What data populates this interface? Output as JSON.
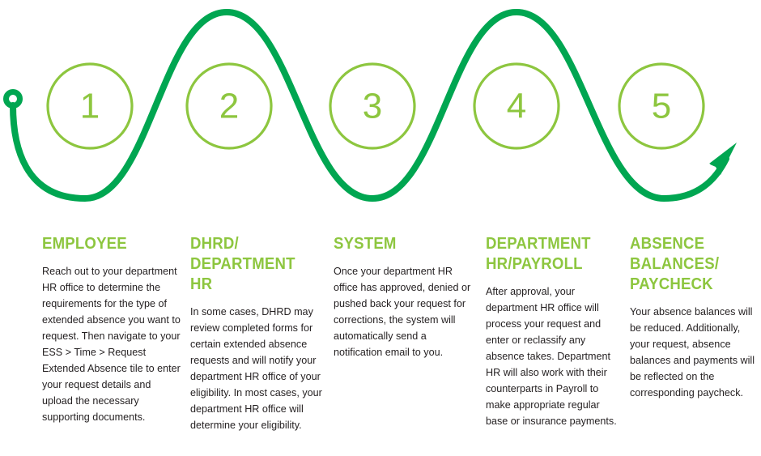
{
  "colors": {
    "path_green": "#00A651",
    "circle_green": "#8DC63F",
    "heading_green": "#8DC63F",
    "body_text": "#231F20",
    "background": "#FFFFFF"
  },
  "diagram": {
    "type": "process-flow",
    "step_count": 5,
    "start_marker": "start-node-ring",
    "end_marker": "arrowhead"
  },
  "steps": [
    {
      "number": "1",
      "heading": "EMPLOYEE",
      "body": "Reach out to your department HR office to determine the requirements for the type of extended absence you want to request.  Then navigate to your ESS > Time > Request Extended Absence tile to enter your request details and upload the necessary supporting documents."
    },
    {
      "number": "2",
      "heading": "DHRD/\nDEPARTMENT\nHR",
      "body": "In some cases, DHRD may review completed forms for certain extended absence requests and will notify your department HR office of your eligibility.  In most cases, your department HR office will determine your eligibility."
    },
    {
      "number": "3",
      "heading": "SYSTEM",
      "body": "Once your department HR office has approved, denied or pushed back your request for corrections, the system will automatically send a notification email to you."
    },
    {
      "number": "4",
      "heading": "DEPARTMENT\nHR/PAYROLL",
      "body": "After approval, your department HR office will process your request and enter or reclassify any absence takes. Department HR will also work with their counterparts in Payroll to make appropriate regular base or insurance payments."
    },
    {
      "number": "5",
      "heading": "ABSENCE\nBALANCES/\nPAYCHECK",
      "body": "Your absence balances will be reduced. Additionally, your request, absence balances and payments will be reflected on the corresponding paycheck."
    }
  ]
}
